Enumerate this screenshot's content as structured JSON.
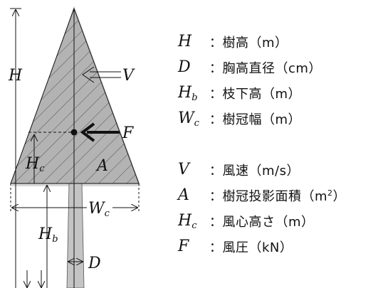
{
  "diagram": {
    "labels": {
      "H": "H",
      "V": "V",
      "F": "F",
      "Hc": "H",
      "Hc_sub": "c",
      "A": "A",
      "Wc": "W",
      "Wc_sub": "c",
      "Hb": "H",
      "Hb_sub": "b",
      "D": "D"
    }
  },
  "legend": {
    "items": [
      {
        "sym": "H",
        "sub": "",
        "text": "：樹高（m）",
        "sup": ""
      },
      {
        "sym": "D",
        "sub": "",
        "text": "：胸高直径（cm）",
        "sup": ""
      },
      {
        "sym": "H",
        "sub": "b",
        "text": "：枝下高（m）",
        "sup": ""
      },
      {
        "sym": "W",
        "sub": "c",
        "text": "：樹冠幅（m）",
        "sup": ""
      },
      {
        "sym": "V",
        "sub": "",
        "text": "：風速（m/s）",
        "sup": ""
      },
      {
        "sym": "A",
        "sub": "",
        "text": "：樹冠投影面積（m",
        "sup": "2",
        "tail": "）"
      },
      {
        "sym": "H",
        "sub": "c",
        "text": "：風心高さ（m）",
        "sup": ""
      },
      {
        "sym": "F",
        "sub": "",
        "text": "：風圧（kN）",
        "sup": ""
      }
    ]
  },
  "colors": {
    "crown_fill": "#b3b3b3",
    "trunk_fill": "#c4c4c4",
    "line": "#111111"
  }
}
